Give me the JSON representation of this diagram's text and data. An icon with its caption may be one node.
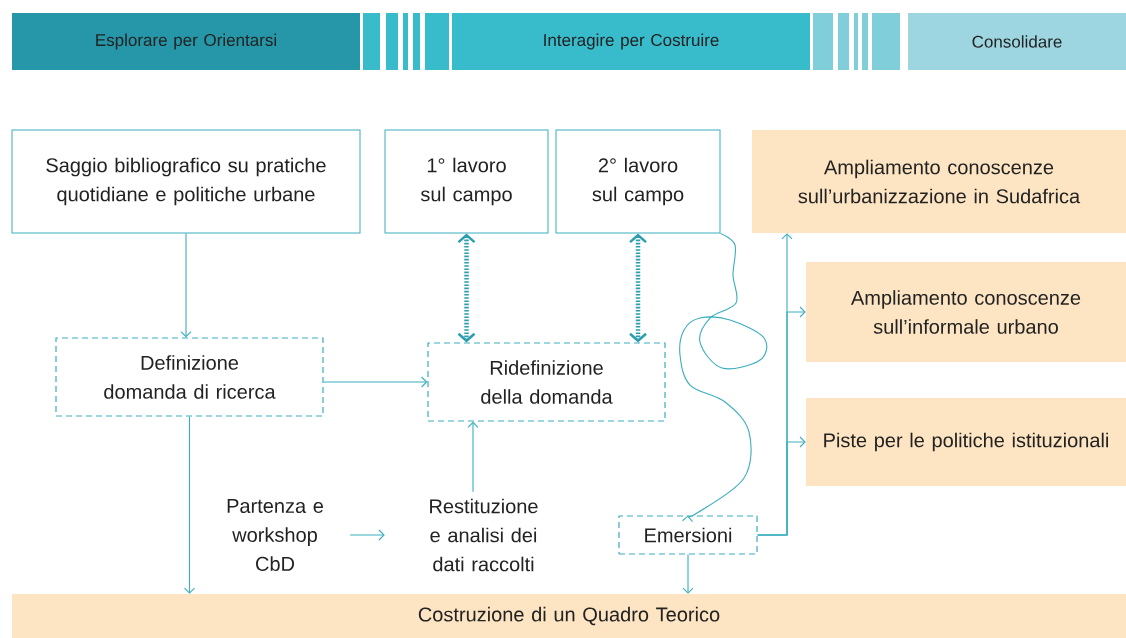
{
  "diagram": {
    "nodes": [
      {
        "text": [
          "Esplorare per Orientarsi"
        ]
      },
      {
        "text": [
          "Interagire per Costruire"
        ]
      },
      {
        "text": [
          "Consolidare"
        ]
      },
      {
        "text": [
          "Saggio bibliografico su pratiche quotidiane e politiche urbane"
        ]
      },
      {
        "text": [
          "1° lavoro sul campo"
        ]
      },
      {
        "text": [
          "2° lavoro sul campo"
        ]
      },
      {
        "text": [
          "Ampliamento conoscenze sull’urbanizzazione in Sudafrica"
        ]
      },
      {
        "text": [
          "Ampliamento conoscenze sull’informale urbano"
        ]
      },
      {
        "text": [
          "Piste per le politiche istituzionali"
        ]
      },
      {
        "text": [
          "Definizione domanda di ricerca"
        ]
      },
      {
        "text": [
          "Ridefinizione della domanda"
        ]
      },
      {
        "text": [
          "Partenza e workshop CbD"
        ]
      },
      {
        "text": [
          "Restituzione e analisi dei dati raccolti"
        ]
      },
      {
        "text": [
          "Emersioni"
        ]
      },
      {
        "text": [
          "Costruzione di un Quadro Teorico"
        ]
      }
    ],
    "edges": [
      {
        "from": 3,
        "to": 9,
        "arrow": "to"
      },
      {
        "from": 9,
        "to": 10,
        "arrow": "to"
      },
      {
        "from": 4,
        "to": 10,
        "arrow": "both",
        "style": "dashed"
      },
      {
        "from": 5,
        "to": 10,
        "arrow": "both",
        "style": "dashed"
      },
      {
        "from": 12,
        "to": 10,
        "arrow": "to"
      },
      {
        "from": 11,
        "to": 12,
        "arrow": "to"
      },
      {
        "from": 9,
        "to": 14,
        "arrow": "to"
      },
      {
        "from": 13,
        "to": 14,
        "arrow": "to"
      },
      {
        "from": 5,
        "to": 13,
        "arrow": "to"
      },
      {
        "from": 13,
        "to": 6,
        "arrow": "to"
      },
      {
        "from": 13,
        "to": 7,
        "arrow": "to"
      },
      {
        "from": 13,
        "to": 8,
        "arrow": "to"
      }
    ]
  }
}
